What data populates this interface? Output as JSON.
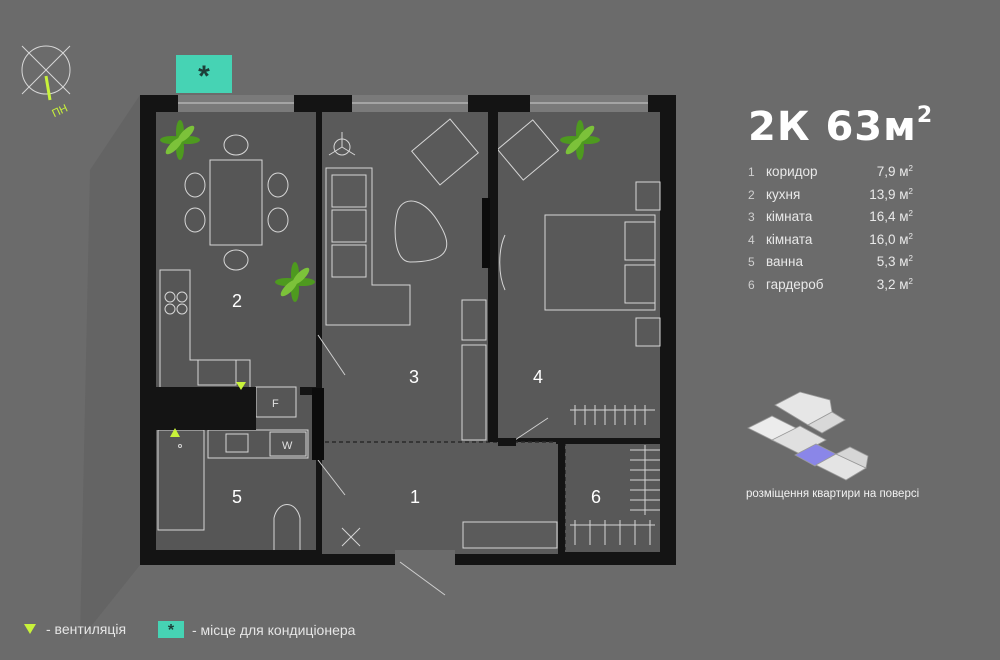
{
  "apartment": {
    "title_main": "2К 63м",
    "title_sup": "2",
    "rooms": [
      {
        "num": "1",
        "name": "коридор",
        "area": "7,9 м",
        "sup": "2"
      },
      {
        "num": "2",
        "name": "кухня",
        "area": "13,9 м",
        "sup": "2"
      },
      {
        "num": "3",
        "name": "кімната",
        "area": "16,4 м",
        "sup": "2"
      },
      {
        "num": "4",
        "name": "кімната",
        "area": "16,0 м",
        "sup": "2"
      },
      {
        "num": "5",
        "name": "ванна",
        "area": "5,3 м",
        "sup": "2"
      },
      {
        "num": "6",
        "name": "гардероб",
        "area": "3,2 м",
        "sup": "2"
      }
    ]
  },
  "plan": {
    "labels": {
      "r1": "1",
      "r2": "2",
      "r3": "3",
      "r4": "4",
      "r5": "5",
      "r6": "6"
    },
    "fridge": "F",
    "washer": "W",
    "ac_symbol": "*"
  },
  "compass": {
    "label": "ПН"
  },
  "floor_location": {
    "caption": "розміщення квартири на поверсі"
  },
  "legend": {
    "ventilation": "- вентиляція",
    "ac_place": "- місце для кондиціонера",
    "ac_symbol": "*"
  },
  "colors": {
    "background": "#6b6b6b",
    "floor": "#5a5a5a",
    "wall": "#141414",
    "accent_green": "#c8f23a",
    "accent_teal": "#46d3b4",
    "highlight": "#8a86e8"
  }
}
